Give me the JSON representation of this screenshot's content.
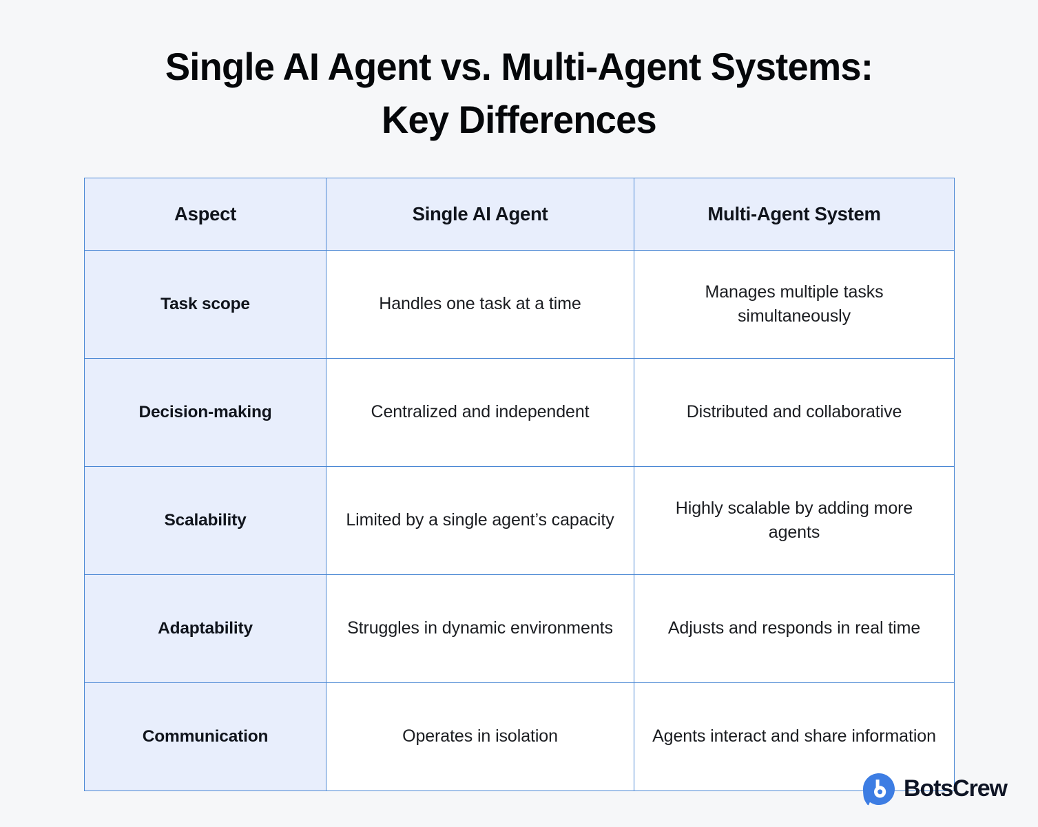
{
  "page": {
    "background_color": "#f6f7f9",
    "title_lines": [
      "Single AI Agent vs. Multi-Agent Systems:",
      "Key Differences"
    ],
    "title_full": "Single AI Agent vs. Multi-Agent Systems: Key Differences"
  },
  "theme": {
    "border_color": "#4a87d4",
    "accent_cell_color": "#e8eefc",
    "value_cell_color": "#ffffff",
    "text_color": "#10141c",
    "brand_blue": "#3d7de3",
    "brand_word_color": "#0f1525"
  },
  "table": {
    "columns": [
      "Aspect",
      "Single AI Agent",
      "Multi-Agent System"
    ],
    "rows": [
      {
        "aspect": "Task scope",
        "single": "Handles one task at a time",
        "multi": "Manages multiple tasks simultaneously"
      },
      {
        "aspect": "Decision-making",
        "single": "Centralized and independent",
        "multi": "Distributed and collaborative"
      },
      {
        "aspect": "Scalability",
        "single": "Limited by a single agent’s capacity",
        "multi": "Highly scalable by adding more agents"
      },
      {
        "aspect": "Adaptability",
        "single": "Struggles in dynamic environments",
        "multi": "Adjusts and responds in real time"
      },
      {
        "aspect": "Communication",
        "single": "Operates in isolation",
        "multi": "Agents interact and share information"
      }
    ]
  },
  "branding": {
    "logo_icon": "botscrew-speech-bubble-b-icon",
    "name": "BotsCrew"
  }
}
